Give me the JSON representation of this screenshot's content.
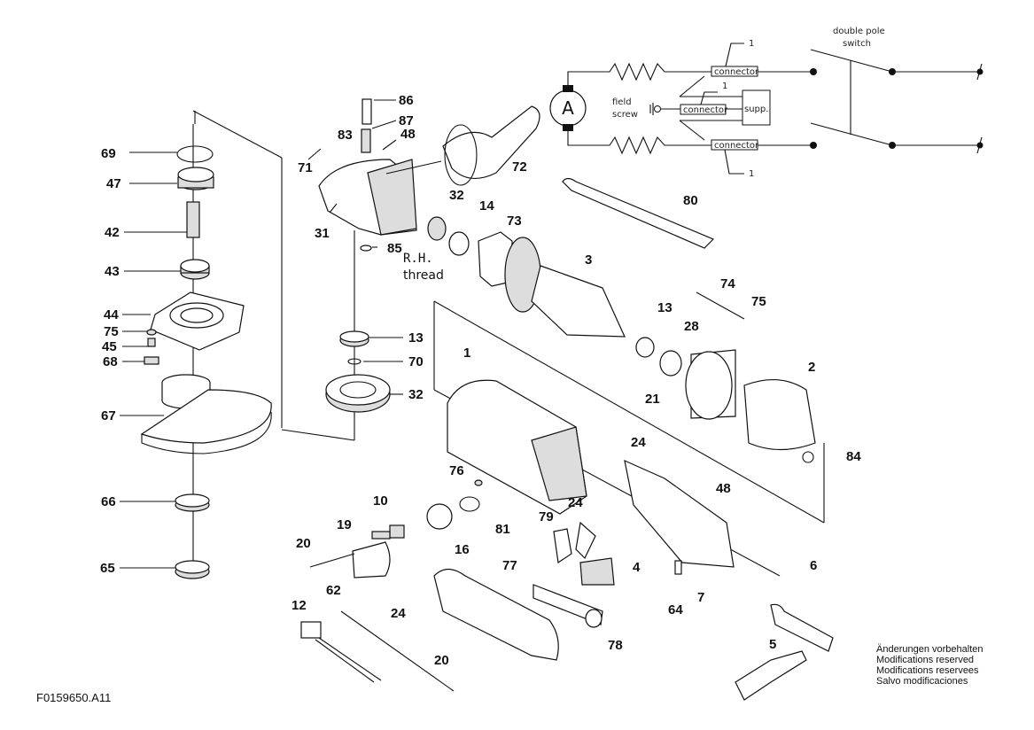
{
  "diagram": {
    "title_code": "F0159650.A11",
    "notes": [
      "Änderungen vorbehalten",
      "Modifications reserved",
      "Modifications reservees",
      "Salvo modificaciones"
    ],
    "wiring": {
      "switch_label_1": "double pole",
      "switch_label_2": "switch",
      "motor_symbol": "A",
      "field_label_1": "field",
      "field_label_2": "screw",
      "connector_label": "connector",
      "supp_label": "supp.",
      "connector_ref": "1"
    },
    "annotations": {
      "thread_1": "R.H.",
      "thread_2": "thread"
    },
    "part_labels": {
      "p69": "69",
      "p47": "47",
      "p42": "42",
      "p43": "43",
      "p44": "44",
      "p75a": "75",
      "p45": "45",
      "p68": "68",
      "p67": "67",
      "p66": "66",
      "p65": "65",
      "p86": "86",
      "p87": "87",
      "p83": "83",
      "p48a": "48",
      "p71": "71",
      "p31": "31",
      "p85": "85",
      "p32a": "32",
      "p14": "14",
      "p73": "73",
      "p72": "72",
      "p80": "80",
      "p3": "3",
      "p13a": "13",
      "p70": "70",
      "p32b": "32",
      "p1": "1",
      "p74": "74",
      "p75b": "75",
      "p13b": "13",
      "p28": "28",
      "p21": "21",
      "p2": "2",
      "p84": "84",
      "p76": "76",
      "p10": "10",
      "p16": "16",
      "p81": "81",
      "p19": "19",
      "p20a": "20",
      "p24a": "24",
      "p24b": "24",
      "p79": "79",
      "p48b": "48",
      "p77": "77",
      "p4": "4",
      "p6": "6",
      "p7": "7",
      "p64": "64",
      "p62": "62",
      "p12": "12",
      "p24c": "24",
      "p20b": "20",
      "p78": "78",
      "p5": "5"
    }
  }
}
